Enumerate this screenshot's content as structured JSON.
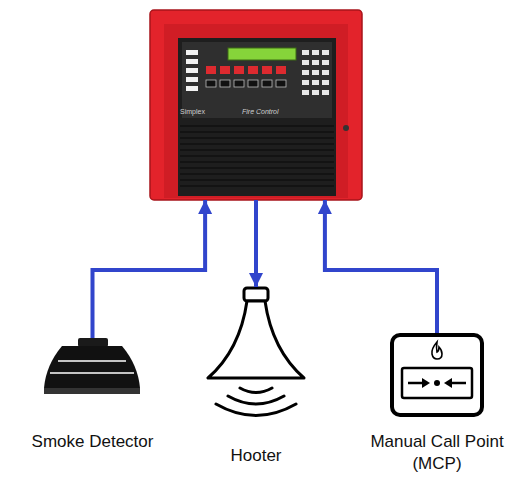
{
  "diagram": {
    "nodes": [
      {
        "text": [
          "Simplex",
          "Fire Control"
        ]
      },
      {
        "text": [
          "Smoke Detector"
        ]
      },
      {
        "text": [
          "Hooter"
        ]
      },
      {
        "text": [
          "Manual Call Point (MCP)"
        ]
      }
    ],
    "edges": [
      {
        "from": 1,
        "to": 0,
        "arrow": "to"
      },
      {
        "from": 0,
        "to": 2,
        "arrow": "to"
      },
      {
        "from": 3,
        "to": 0,
        "arrow": "to"
      }
    ]
  }
}
